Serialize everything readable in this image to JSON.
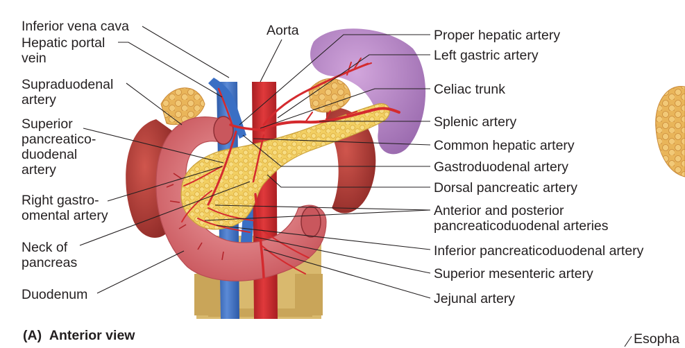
{
  "labels": {
    "inferior_vena_cava": "Inferior vena cava",
    "hepatic_portal_vein": "Hepatic portal\nvein",
    "supraduodenal_artery": "Supraduodenal\nartery",
    "superior_pancreaticoduodenal_artery": "Superior\npancreatico-\nduodenal\nartery",
    "right_gastro_omental_artery": "Right gastro-\nomental artery",
    "neck_of_pancreas": "Neck of\npancreas",
    "duodenum": "Duodenum",
    "aorta": "Aorta",
    "proper_hepatic_artery": "Proper hepatic artery",
    "left_gastric_artery": "Left gastric artery",
    "celiac_trunk": "Celiac trunk",
    "splenic_artery": "Splenic artery",
    "common_hepatic_artery": "Common hepatic artery",
    "gastroduodenal_artery": "Gastroduodenal artery",
    "dorsal_pancreatic_artery": "Dorsal pancreatic artery",
    "ant_post_pancreaticoduodenal_arteries": "Anterior and posterior\npancreaticoduodenal arteries",
    "inferior_pancreaticoduodenal_artery": "Inferior pancreaticoduodenal artery",
    "superior_mesenteric_artery": "Superior mesenteric artery",
    "jejunal_artery": "Jejunal artery",
    "esophagus_partial": "Esopha"
  },
  "caption": {
    "letter": "(A)",
    "view": "Anterior view"
  },
  "colors": {
    "artery": "#d42a2e",
    "vein": "#3a6fc4",
    "pancreas": "#f2cf62",
    "duodenum": "#e98b8f",
    "kidney": "#b83a35",
    "spleen": "#b689c4",
    "adrenal": "#e1a956",
    "bone": "#d9b96e",
    "leader": "#231f20"
  }
}
